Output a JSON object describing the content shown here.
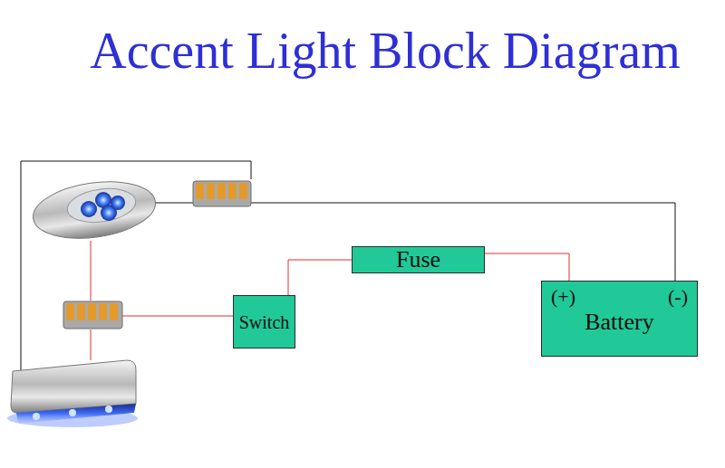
{
  "diagram": {
    "title": "Accent Light Block Diagram",
    "nodes": [
      {
        "text": [
          "Fuse"
        ]
      },
      {
        "text": [
          "Switch"
        ]
      },
      {
        "text": [
          "(+)",
          "(-)",
          "Battery"
        ]
      }
    ],
    "edges": [
      {
        "from": 1,
        "to": 0,
        "arrow": "none"
      },
      {
        "from": 0,
        "to": 2,
        "arrow": "none"
      }
    ]
  }
}
